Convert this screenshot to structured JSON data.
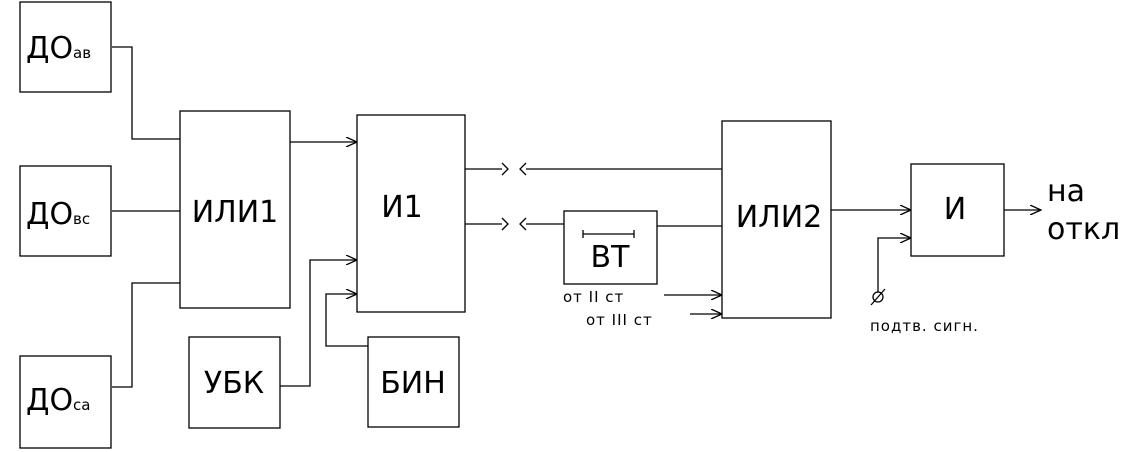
{
  "blocks": {
    "do_ab": {
      "main": "ДО",
      "sub": "ав"
    },
    "do_bc": {
      "main": "ДО",
      "sub": "вс"
    },
    "do_ca": {
      "main": "ДО",
      "sub": "са"
    },
    "ili1": "ИЛИ1",
    "i1": "И1",
    "ubk": "УБК",
    "bin": "БИН",
    "vt": "ВТ",
    "ili2": "ИЛИ2",
    "and": "И"
  },
  "notes": {
    "from_2": "от II ст",
    "from_3": "от III ст",
    "confirm": "подтв. сигн.",
    "out_1": "на",
    "out_2": "откл"
  }
}
